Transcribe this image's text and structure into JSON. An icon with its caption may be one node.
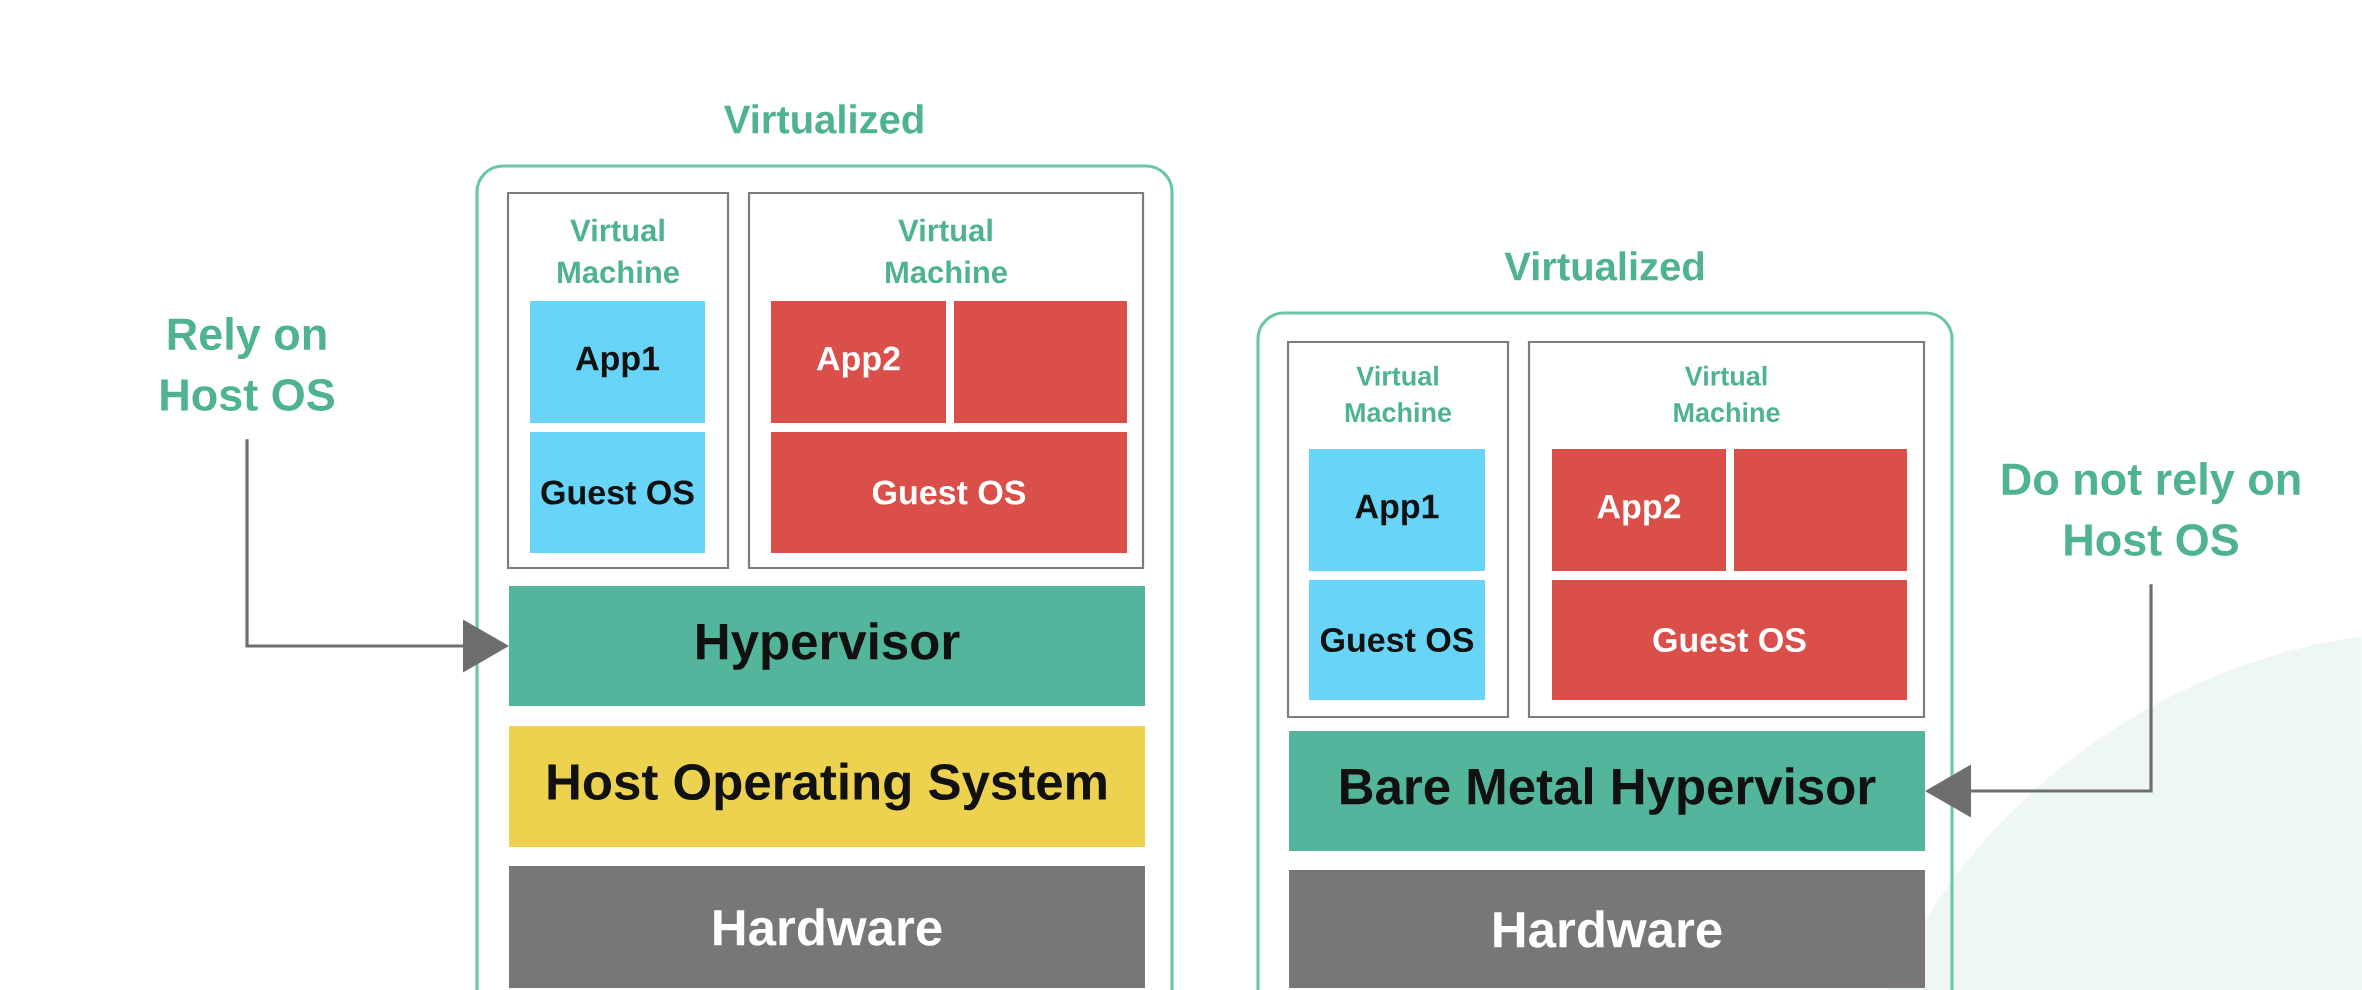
{
  "diagram": {
    "nodes": [
      {
        "text": [
          "Virtualized"
        ]
      },
      {
        "text": [
          "Virtual Machine"
        ],
        "in": 0
      },
      {
        "text": [
          "App1"
        ],
        "in": 1
      },
      {
        "text": [
          "Guest OS"
        ],
        "in": 1
      },
      {
        "text": [
          "Virtual Machine"
        ],
        "in": 0
      },
      {
        "text": [
          "App2"
        ],
        "in": 4
      },
      {
        "text": [],
        "shape": "box",
        "in": 4
      },
      {
        "text": [
          "Guest OS"
        ],
        "in": 4
      },
      {
        "text": [
          "Hypervisor"
        ],
        "in": 0
      },
      {
        "text": [
          "Host Operating System"
        ],
        "in": 0
      },
      {
        "text": [
          "Hardware"
        ],
        "in": 0
      },
      {
        "text": [
          "Rely on Host OS"
        ]
      },
      {
        "text": [
          "Virtualized"
        ]
      },
      {
        "text": [
          "Virtual Machine"
        ],
        "in": 12
      },
      {
        "text": [
          "App1"
        ],
        "in": 13
      },
      {
        "text": [
          "Guest OS"
        ],
        "in": 13
      },
      {
        "text": [
          "Virtual Machine"
        ],
        "in": 12
      },
      {
        "text": [
          "App2"
        ],
        "in": 16
      },
      {
        "text": [],
        "shape": "box",
        "in": 16
      },
      {
        "text": [
          "Guest OS"
        ],
        "in": 16
      },
      {
        "text": [
          "Bare Metal Hypervisor"
        ],
        "in": 12
      },
      {
        "text": [
          "Hardware"
        ],
        "in": 12
      },
      {
        "text": [
          "Do not rely on Host OS"
        ]
      }
    ],
    "edges": [
      {
        "from": 11,
        "to": 8,
        "arrow": "to"
      },
      {
        "from": 22,
        "to": 20,
        "arrow": "to"
      }
    ]
  }
}
